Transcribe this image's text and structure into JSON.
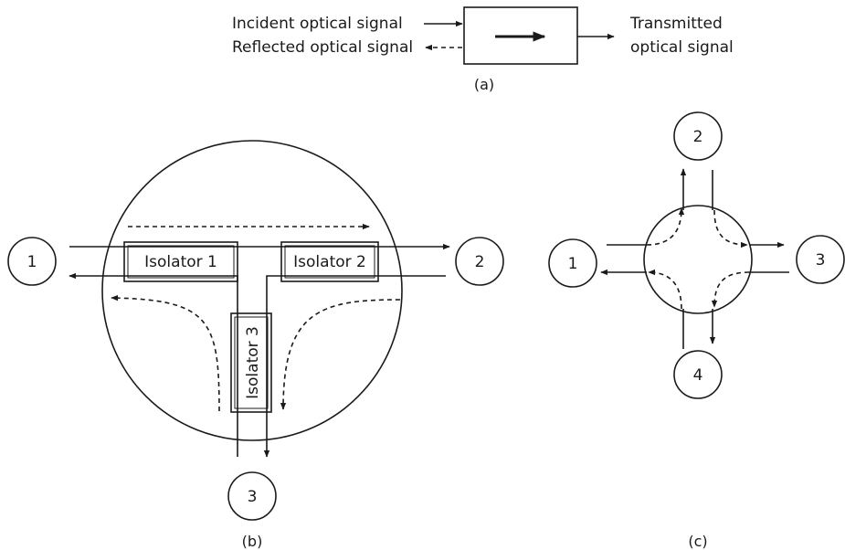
{
  "panel_a": {
    "incident": "Incident optical signal",
    "reflected": "Reflected optical signal",
    "transmitted_line1": "Transmitted",
    "transmitted_line2": "optical signal",
    "caption": "(a)"
  },
  "panel_b": {
    "isolator1": "Isolator 1",
    "isolator2": "Isolator 2",
    "isolator3": "Isolator 3",
    "port1": "1",
    "port2": "2",
    "port3": "3",
    "caption": "(b)"
  },
  "panel_c": {
    "port1": "1",
    "port2": "2",
    "port3": "3",
    "port4": "4",
    "caption": "(c)"
  }
}
